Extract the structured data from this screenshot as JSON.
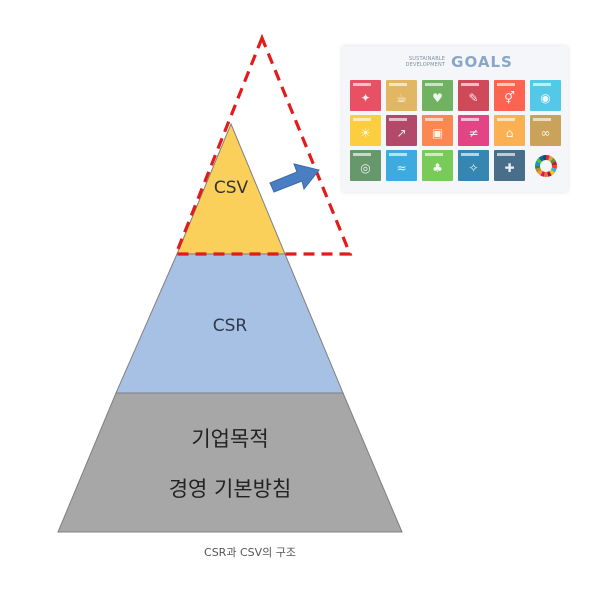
{
  "pyramid": {
    "top_label": "CSV",
    "middle_label": "CSR",
    "base_line1": "기업목적",
    "base_line2": "경영 기본방침"
  },
  "caption": "CSR과 CSV의 구조",
  "sdg": {
    "subtitle": "SUSTAINABLE DEVELOPMENT",
    "title": "GOALS",
    "tiles": [
      {
        "color": "#e5243b",
        "icon": "poverty-icon"
      },
      {
        "color": "#dda63a",
        "icon": "hunger-icon"
      },
      {
        "color": "#4c9f38",
        "icon": "health-icon"
      },
      {
        "color": "#c5192d",
        "icon": "education-icon"
      },
      {
        "color": "#ff3a21",
        "icon": "gender-icon"
      },
      {
        "color": "#26bde2",
        "icon": "water-icon"
      },
      {
        "color": "#fcc30b",
        "icon": "energy-icon"
      },
      {
        "color": "#a21942",
        "icon": "work-icon"
      },
      {
        "color": "#fd6925",
        "icon": "industry-icon"
      },
      {
        "color": "#dd1367",
        "icon": "inequality-icon"
      },
      {
        "color": "#fd9d24",
        "icon": "cities-icon"
      },
      {
        "color": "#bf8b2e",
        "icon": "consumption-icon"
      },
      {
        "color": "#3f7e44",
        "icon": "climate-icon"
      },
      {
        "color": "#0a97d9",
        "icon": "ocean-icon"
      },
      {
        "color": "#56c02b",
        "icon": "land-icon"
      },
      {
        "color": "#00689d",
        "icon": "peace-icon"
      },
      {
        "color": "#19486a",
        "icon": "partnership-icon"
      }
    ]
  },
  "colors": {
    "csv_fill": "#fbd05a",
    "csr_fill": "#a7c1e5",
    "base_fill": "#a7a7a7",
    "outline": "#7f7f7f",
    "dash": "#e21b1b",
    "arrow": "#4a7ec2"
  }
}
